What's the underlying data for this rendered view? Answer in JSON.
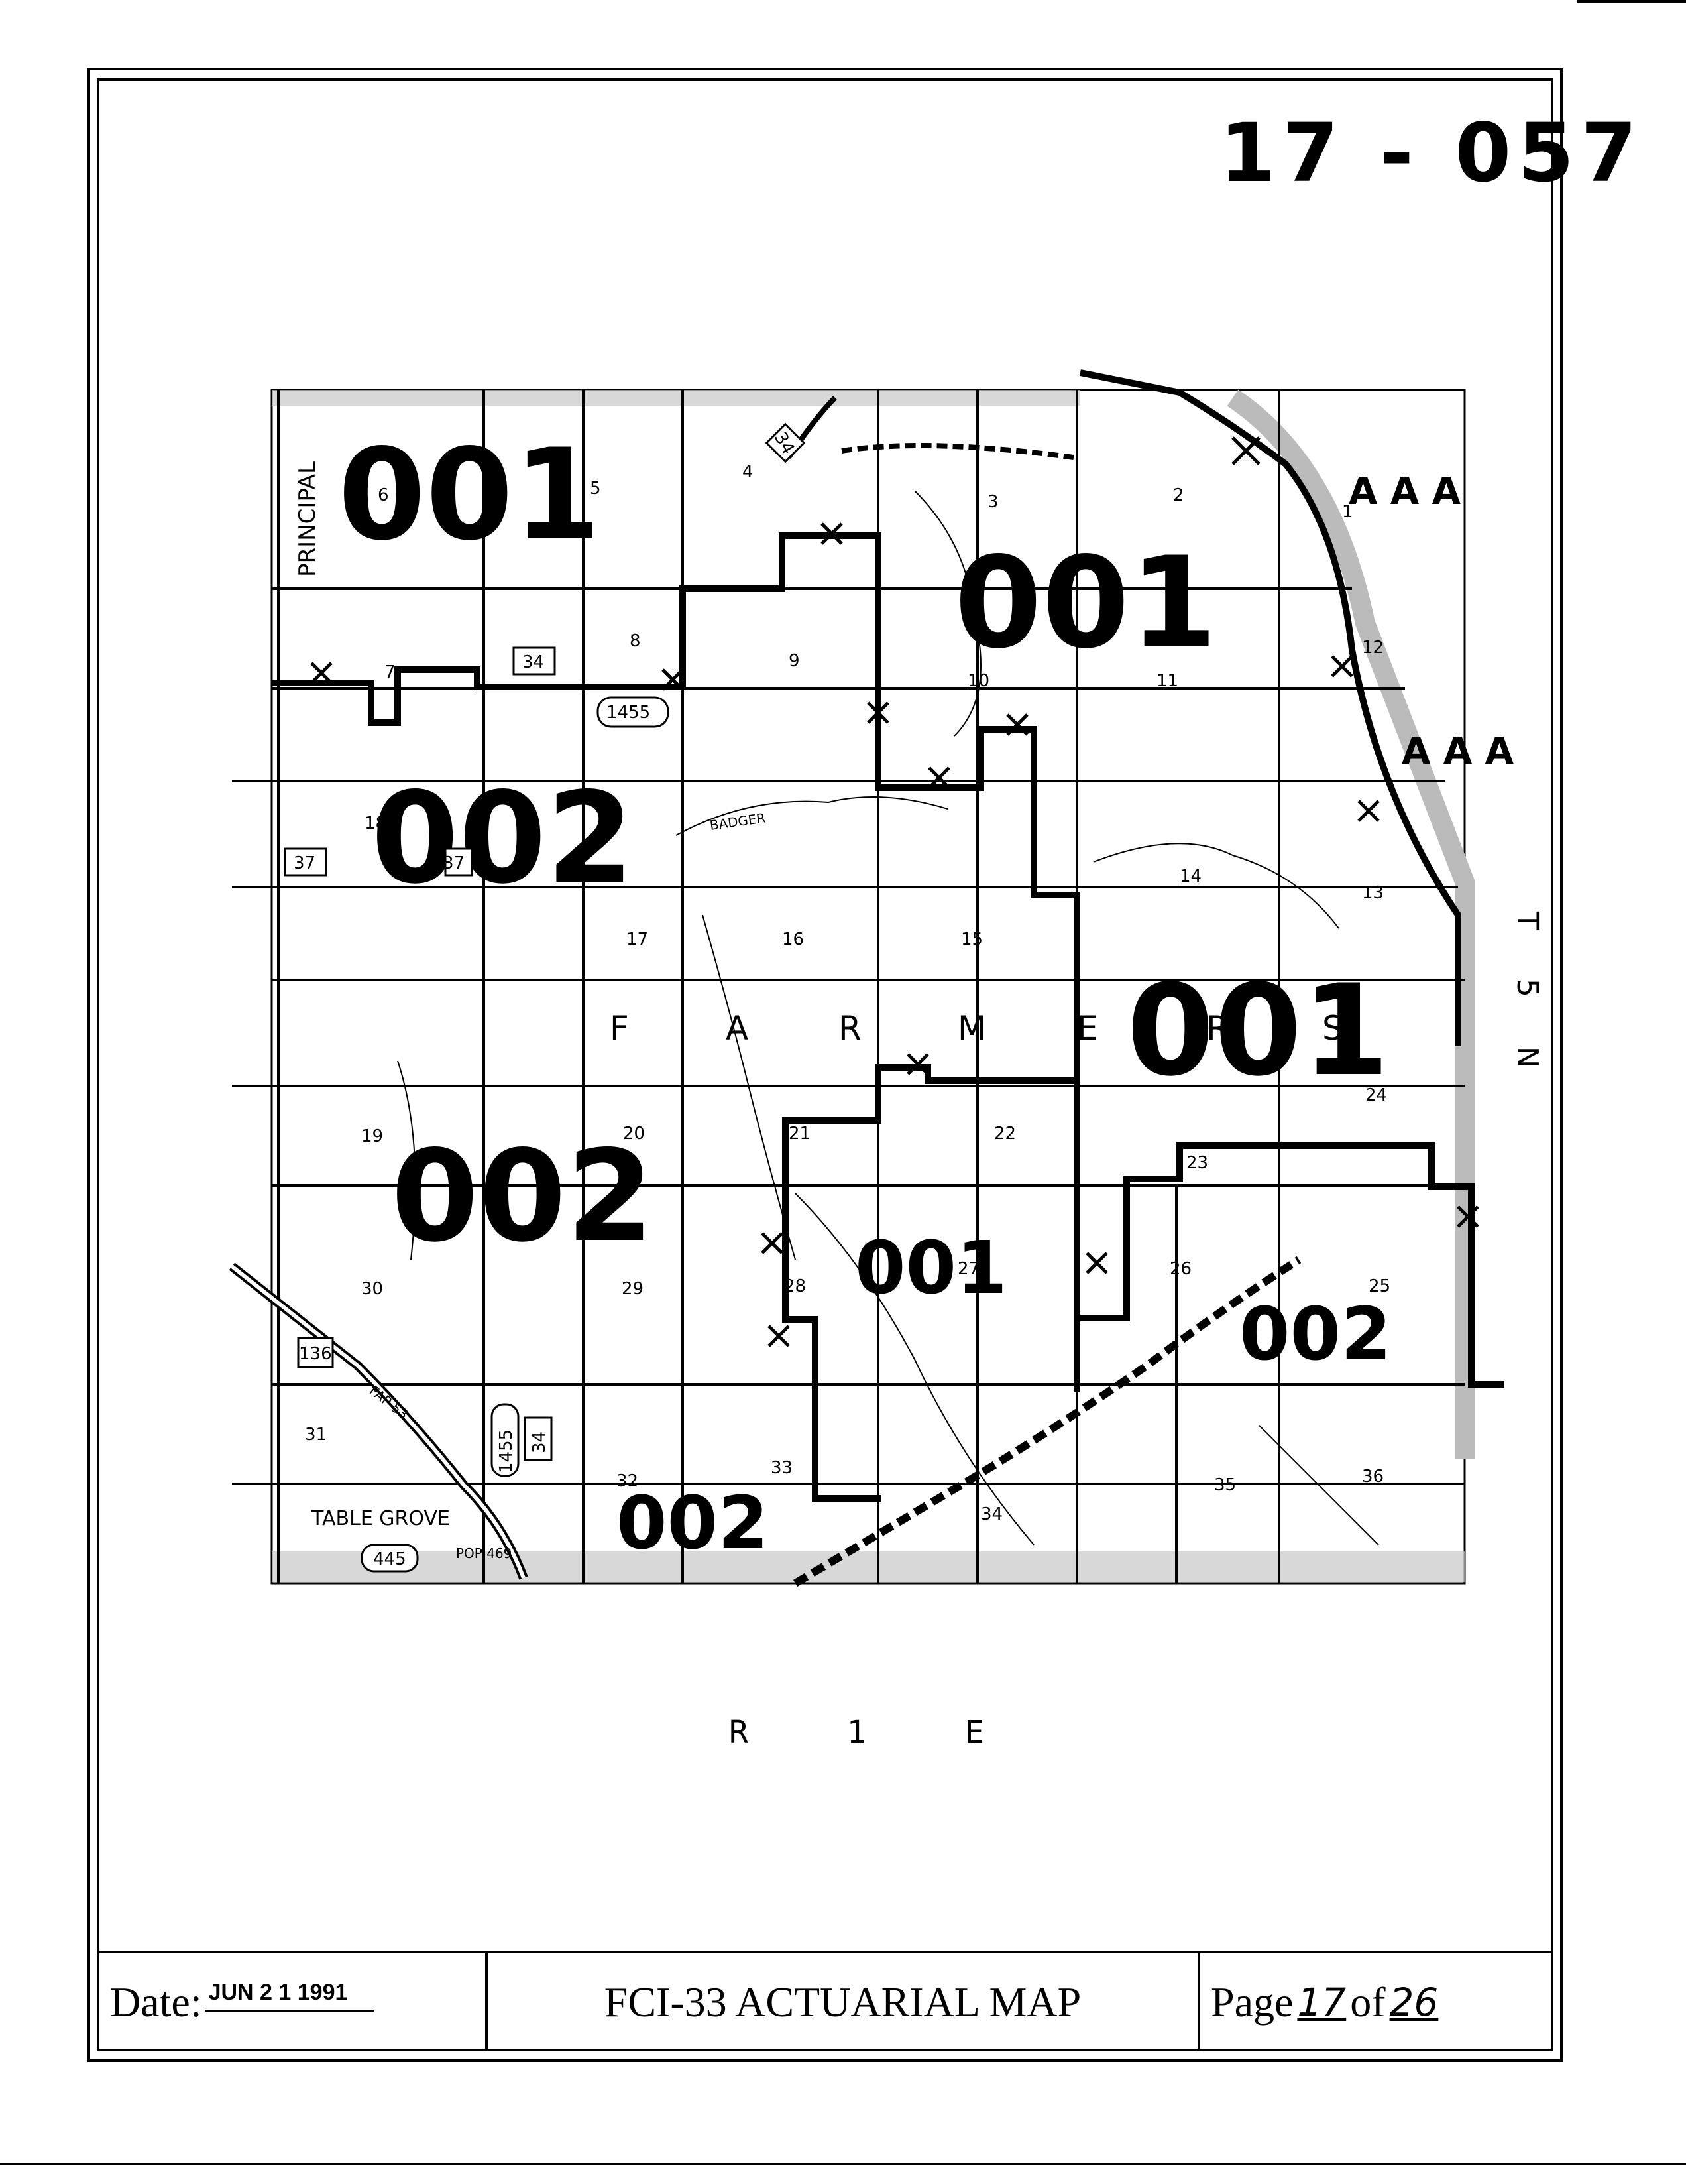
{
  "map_id": "17 - 057",
  "zones": [
    {
      "label": "001"
    },
    {
      "label": "001"
    },
    {
      "label": "001"
    },
    {
      "label": "001"
    },
    {
      "label": "002"
    },
    {
      "label": "002"
    },
    {
      "label": "002"
    },
    {
      "label": "002"
    }
  ],
  "aaa_marks": [
    "A A A",
    "A A A"
  ],
  "township_letters": [
    "F",
    "A",
    "R",
    "M",
    "E",
    "R",
    "S"
  ],
  "sections": [
    "6",
    "5",
    "4",
    "3",
    "2",
    "1",
    "7",
    "8",
    "9",
    "10",
    "11",
    "12",
    "18",
    "17",
    "16",
    "15",
    "14",
    "13",
    "19",
    "20",
    "21",
    "22",
    "23",
    "24",
    "30",
    "29",
    "28",
    "27",
    "26",
    "25",
    "31",
    "32",
    "33",
    "34",
    "35",
    "36"
  ],
  "road_shields": [
    "34",
    "34",
    "1455",
    "37",
    "37",
    "136",
    "1455",
    "34",
    "445"
  ],
  "place_labels": [
    "PRINCIPAL",
    "BADGER",
    "TABLE GROVE",
    "FAP 53",
    "POP 469"
  ],
  "township_label": "T 5 N",
  "range_label": "R 1 E",
  "footer": {
    "date_label": "Date:",
    "date_stamp": "JUN 2 1 1991",
    "title": "FCI-33 ACTUARIAL MAP",
    "page_label": "Page",
    "page_number": "17",
    "page_of": "of",
    "page_total": "26"
  }
}
